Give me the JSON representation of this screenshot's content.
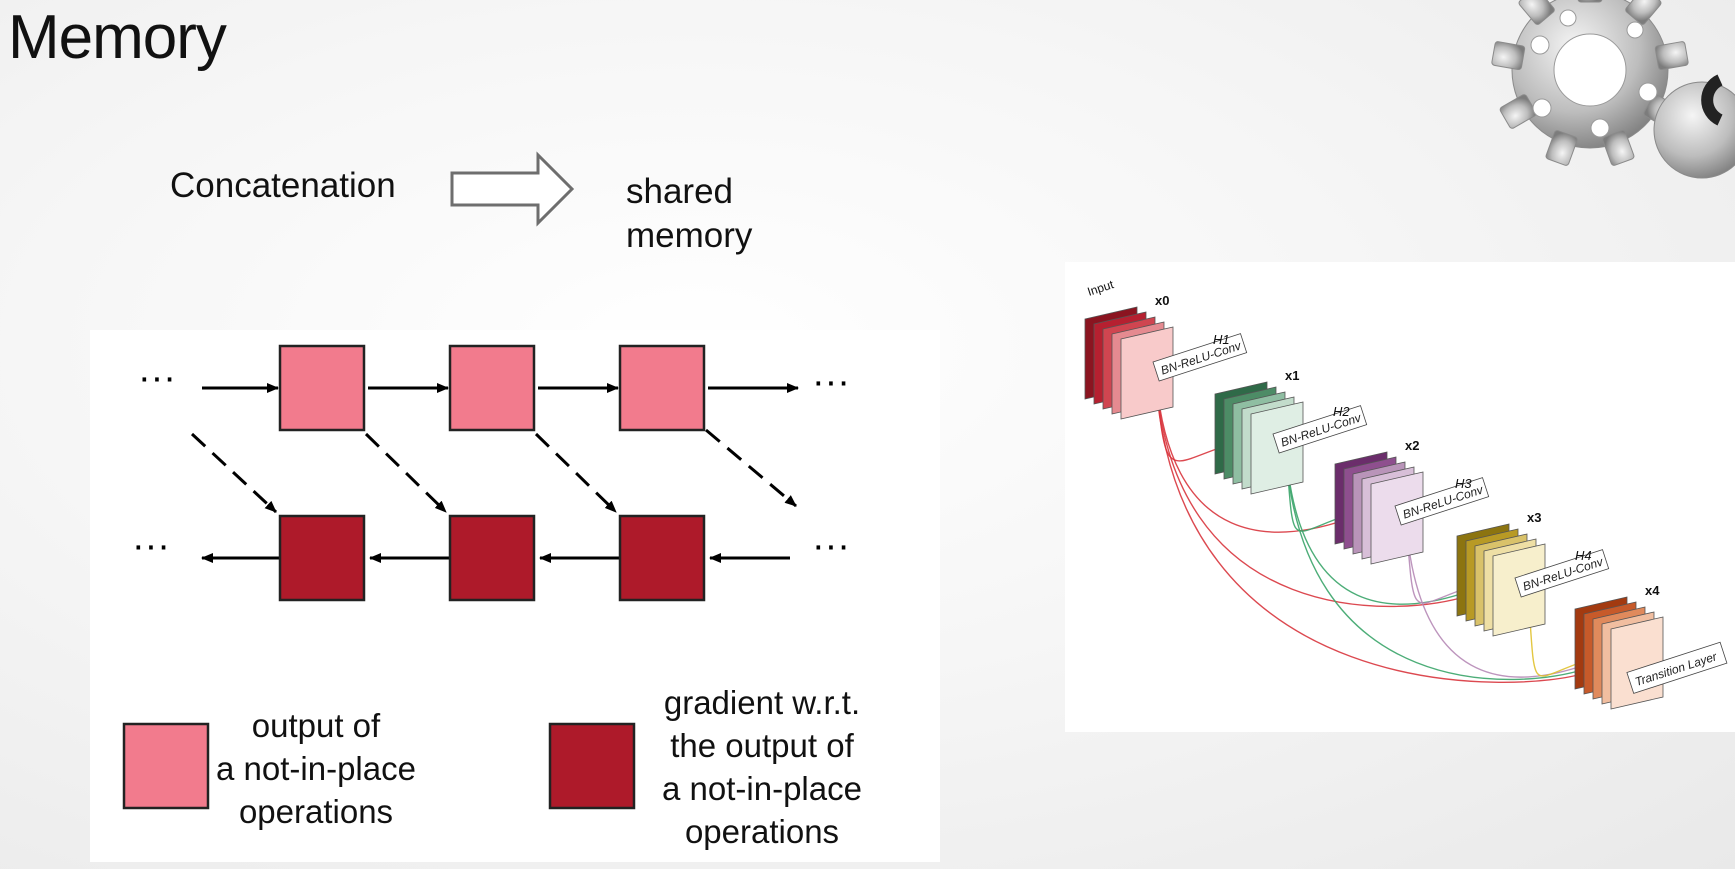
{
  "slide": {
    "title": "Memory"
  },
  "transform": {
    "from_label": "Concatenation",
    "to_label_lines": [
      "shared",
      "memory"
    ]
  },
  "memory_diagram": {
    "ellipsis": "···",
    "legend": [
      {
        "color": "#f27b8d",
        "lines": [
          "output of",
          "a not-in-place",
          "operations"
        ]
      },
      {
        "color": "#ae1a2a",
        "lines": [
          "gradient w.r.t.",
          "the output of",
          "a not-in-place",
          "operations"
        ]
      }
    ]
  },
  "densenet_figure": {
    "input_label": "Input",
    "block_labels": [
      "x0",
      "x1",
      "x2",
      "x3",
      "x4"
    ],
    "h_labels": [
      "H1",
      "H2",
      "H3",
      "H4"
    ],
    "layer_labels": [
      "BN-ReLU-Conv",
      "BN-ReLU-Conv",
      "BN-ReLU-Conv",
      "BN-ReLU-Conv"
    ],
    "transition_label": "Transition Layer",
    "colors": {
      "x0": [
        "#8b1420",
        "#b62030",
        "#d04550",
        "#e58a90",
        "#f8caca"
      ],
      "x1": [
        "#2f6a48",
        "#4d8c66",
        "#8fbea2",
        "#c2dccb",
        "#dfeee4"
      ],
      "x2": [
        "#6b2d6b",
        "#8e4f8e",
        "#b994b9",
        "#d8bfd8",
        "#ecdcec"
      ],
      "x3": [
        "#8c7410",
        "#b89a25",
        "#d9c26a",
        "#eedfa5",
        "#f7efcc"
      ],
      "x4": [
        "#a33a10",
        "#c75a2a",
        "#e08a5c",
        "#f1bea0",
        "#fadfd0"
      ]
    }
  }
}
